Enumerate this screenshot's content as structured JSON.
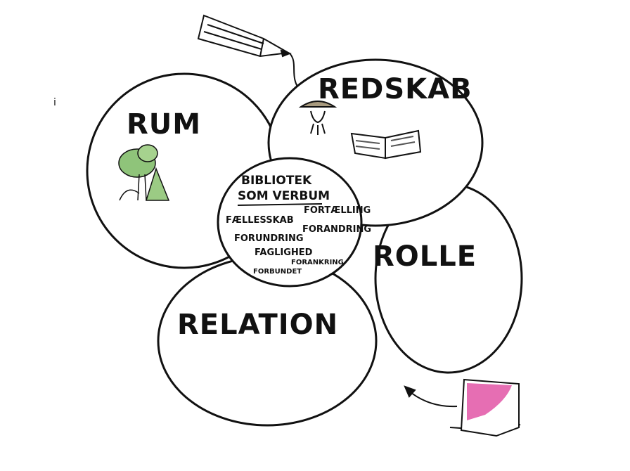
{
  "marker": "i",
  "circles": {
    "rum": "RUM",
    "redskab": "REDSKAB",
    "rolle": "ROLLE",
    "relation": "RELATION"
  },
  "center": {
    "title_line1": "BIBLIOTEK",
    "title_line2": "SOM VERBUM",
    "words": [
      "FÆLLESSKAB",
      "FORTÆLLING",
      "FORANDRING",
      "FORUNDRING",
      "FAGLIGHED",
      "FORANKRING",
      "FORBUNDET"
    ]
  },
  "colors": {
    "ink": "#111111",
    "tree": "#8fc47a",
    "sticky": "#e04aa0"
  }
}
